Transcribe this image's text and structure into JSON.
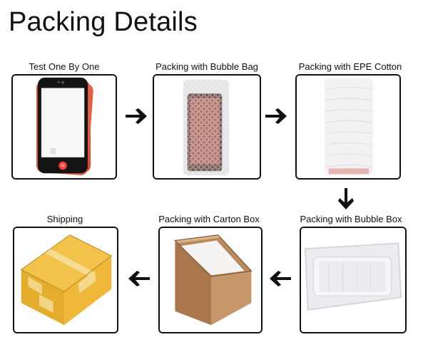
{
  "title": "Packing Details",
  "steps": [
    {
      "label": "Test One By One"
    },
    {
      "label": "Packing with  Bubble Bag"
    },
    {
      "label": "Packing with EPE  Cotton"
    },
    {
      "label": "Packing with Bubble Box"
    },
    {
      "label": "Packing with Carton Box"
    },
    {
      "label": "Shipping"
    }
  ]
}
